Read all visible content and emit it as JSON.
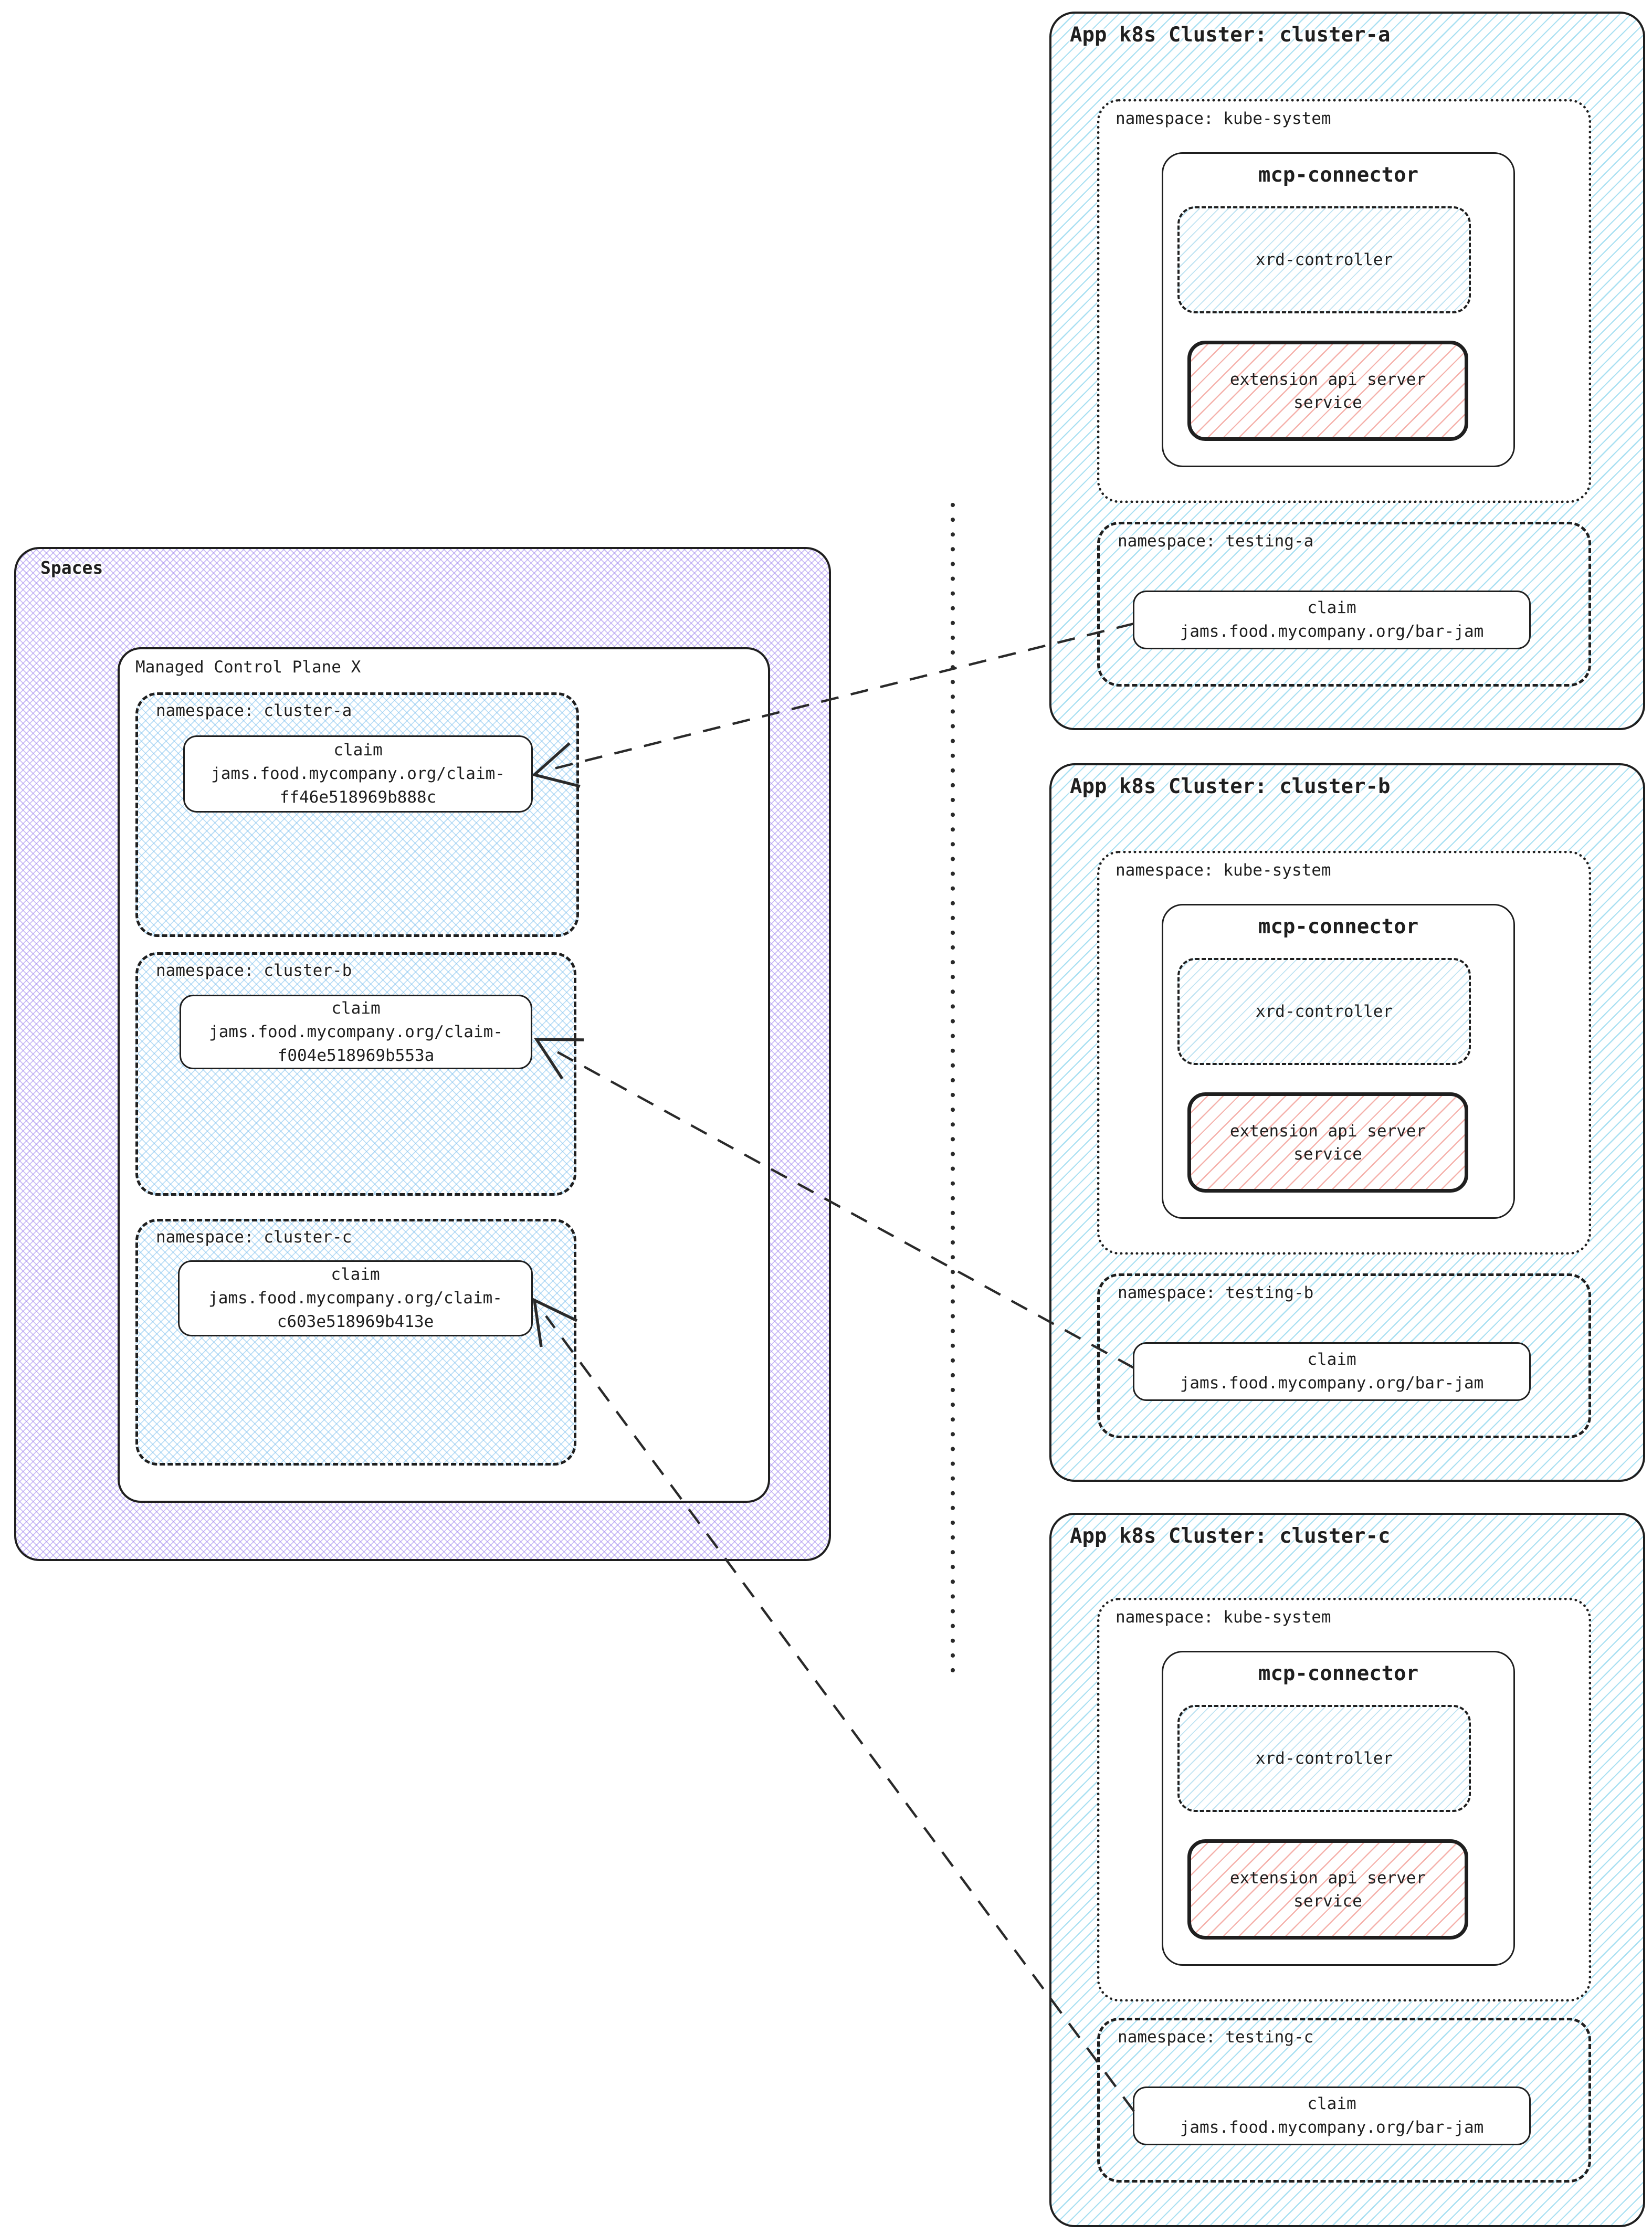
{
  "diagram": {
    "spaces": {
      "label": "Spaces",
      "control_plane": {
        "label": "Managed Control Plane X",
        "namespaces": [
          {
            "label": "namespace: cluster-a",
            "claim": [
              "claim",
              "jams.food.mycompany.org/claim-",
              "ff46e518969b888c"
            ]
          },
          {
            "label": "namespace: cluster-b",
            "claim": [
              "claim",
              "jams.food.mycompany.org/claim-",
              "f004e518969b553a"
            ]
          },
          {
            "label": "namespace: cluster-c",
            "claim": [
              "claim",
              "jams.food.mycompany.org/claim-",
              "c603e518969b413e"
            ]
          }
        ]
      }
    },
    "clusters": [
      {
        "title": "App k8s Cluster: cluster-a",
        "kube_namespace": {
          "label": "namespace: kube-system",
          "mcp_connector": {
            "title": "mcp-connector",
            "xrd_controller": "xrd-controller",
            "extension_api": [
              "extension api server",
              "service"
            ]
          }
        },
        "testing_namespace": {
          "label": "namespace: testing-a",
          "claim": [
            "claim",
            "jams.food.mycompany.org/bar-jam"
          ]
        }
      },
      {
        "title": "App k8s Cluster: cluster-b",
        "kube_namespace": {
          "label": "namespace: kube-system",
          "mcp_connector": {
            "title": "mcp-connector",
            "xrd_controller": "xrd-controller",
            "extension_api": [
              "extension api server",
              "service"
            ]
          }
        },
        "testing_namespace": {
          "label": "namespace: testing-b",
          "claim": [
            "claim",
            "jams.food.mycompany.org/bar-jam"
          ]
        }
      },
      {
        "title": "App k8s Cluster: cluster-c",
        "kube_namespace": {
          "label": "namespace: kube-system",
          "mcp_connector": {
            "title": "mcp-connector",
            "xrd_controller": "xrd-controller",
            "extension_api": [
              "extension api server",
              "service"
            ]
          }
        },
        "testing_namespace": {
          "label": "namespace: testing-c",
          "claim": [
            "claim",
            "jams.food.mycompany.org/bar-jam"
          ]
        }
      }
    ],
    "colors": {
      "ink": "#1f1f1f",
      "cluster_hatch_blue": "#a9e0f2",
      "xrd_hatch_blue": "#bfe3f2",
      "extension_hatch_pink": "#f5b1ab",
      "spaces_hatch_purple": "#a087ee",
      "namespace_hatch_blue": "#78beee"
    }
  }
}
